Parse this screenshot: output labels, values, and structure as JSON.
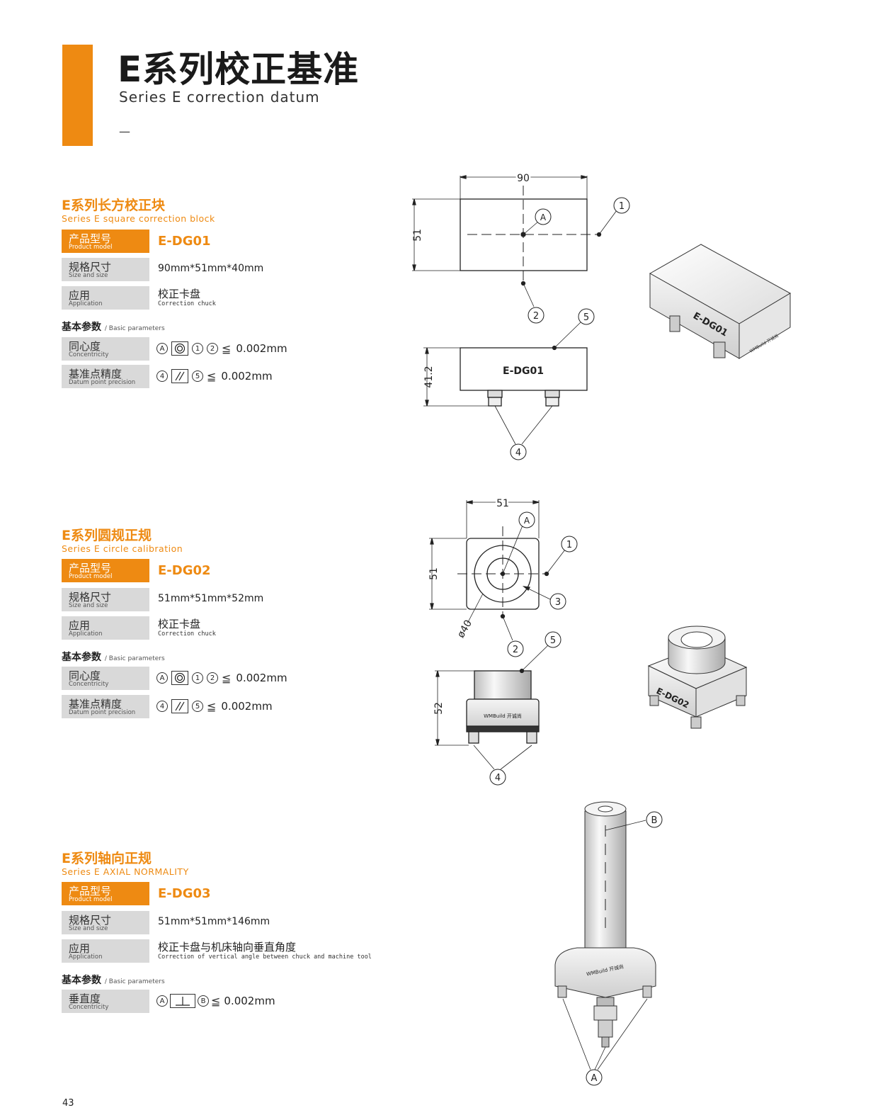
{
  "header": {
    "title": "E系列校正基准",
    "subtitle": "Series E correction datum",
    "dash": "—",
    "accent_color": "#ee8a12"
  },
  "sections": [
    {
      "title": "E系列长方校正块",
      "subtitle": "Series E square correction block",
      "model_label_cn": "产品型号",
      "model_label_en": "Product model",
      "model": "E-DG01",
      "size_label_cn": "规格尺寸",
      "size_label_en": "Size and size",
      "size": "90mm*51mm*40mm",
      "app_label_cn": "应用",
      "app_label_en": "Application",
      "app_cn": "校正卡盘",
      "app_en": "Correction chuck",
      "basic_cn": "基本参数",
      "basic_en": "/ Basic parameters",
      "params": [
        {
          "label_cn": "同心度",
          "label_en": "Concentricity",
          "ref1": "A",
          "symbol": "concentricity",
          "ref2": "1",
          "ref3": "2",
          "leq": "≦",
          "value": "0.002mm"
        },
        {
          "label_cn": "基准点精度",
          "label_en": "Datum point precision",
          "ref1": "4",
          "symbol": "parallelism",
          "ref2": "5",
          "leq": "≦",
          "value": "0.002mm"
        }
      ]
    },
    {
      "title": "E系列圆规正规",
      "subtitle": "Series E circle calibration",
      "model_label_cn": "产品型号",
      "model_label_en": "Product model",
      "model": "E-DG02",
      "size_label_cn": "规格尺寸",
      "size_label_en": "Size and size",
      "size": "51mm*51mm*52mm",
      "app_label_cn": "应用",
      "app_label_en": "Application",
      "app_cn": "校正卡盘",
      "app_en": "Correction chuck",
      "basic_cn": "基本参数",
      "basic_en": "/ Basic parameters",
      "params": [
        {
          "label_cn": "同心度",
          "label_en": "Concentricity",
          "ref1": "A",
          "symbol": "concentricity",
          "ref2": "1",
          "ref3": "2",
          "leq": "≦",
          "value": "0.002mm"
        },
        {
          "label_cn": "基准点精度",
          "label_en": "Datum point precision",
          "ref1": "4",
          "symbol": "parallelism",
          "ref2": "5",
          "leq": "≦",
          "value": "0.002mm"
        }
      ]
    },
    {
      "title": "E系列轴向正规",
      "subtitle": "Series E AXIAL NORMALITY",
      "model_label_cn": "产品型号",
      "model_label_en": "Product model",
      "model": "E-DG03",
      "size_label_cn": "规格尺寸",
      "size_label_en": "Size and size",
      "size": "51mm*51mm*146mm",
      "app_label_cn": "应用",
      "app_label_en": "Application",
      "app_cn": "校正卡盘与机床轴向垂直角度",
      "app_en": "Correction of vertical angle between chuck and machine tool",
      "basic_cn": "基本参数",
      "basic_en": "/ Basic parameters",
      "params": [
        {
          "label_cn": "垂直度",
          "label_en": "Concentricity",
          "ref1": "A",
          "symbol": "perpendicularity",
          "ref2": "B",
          "leq": "≦",
          "value": "0.002mm"
        }
      ]
    }
  ],
  "drawings": {
    "dg01": {
      "dim_w": "90",
      "dim_h": "51",
      "dim_side": "41.2",
      "label": "E-DG01",
      "refs": [
        "A",
        "1",
        "2",
        "5",
        "4"
      ]
    },
    "dg02": {
      "dim_w": "51",
      "dim_h": "51",
      "dim_dia": "ø40",
      "dim_side": "52",
      "label": "E-DG02",
      "brand": "WMBuild 开诚尚",
      "refs": [
        "A",
        "1",
        "3",
        "2",
        "5",
        "4"
      ]
    },
    "dg03": {
      "brand": "WMBuild 开诚尚",
      "refs": [
        "B",
        "A"
      ]
    },
    "dg01_3d_label": "E-DG01",
    "dg01_3d_brand": "WMBuild 开诚尚"
  },
  "page_number": "43"
}
